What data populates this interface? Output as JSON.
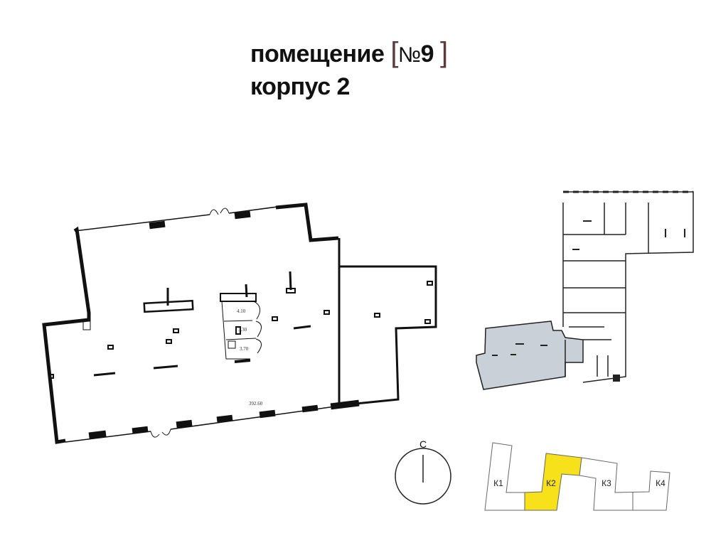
{
  "header": {
    "title_word": "помещение",
    "bracket_open": "[",
    "number_prefix": "№",
    "number": "9",
    "bracket_close": "]",
    "building": "корпус 2"
  },
  "plan": {
    "total_area": "392.60",
    "rooms": [
      {
        "area": "4.10"
      },
      {
        "area": "3.30"
      },
      {
        "area": "3.70"
      }
    ]
  },
  "compass": {
    "north_label": "С"
  },
  "site_map": {
    "buildings": [
      "К1",
      "К2",
      "К3",
      "К4"
    ],
    "selected": "К2",
    "highlight_color": "#f7e11a"
  },
  "key_plan": {
    "highlight_color": "#c9d0d8"
  }
}
